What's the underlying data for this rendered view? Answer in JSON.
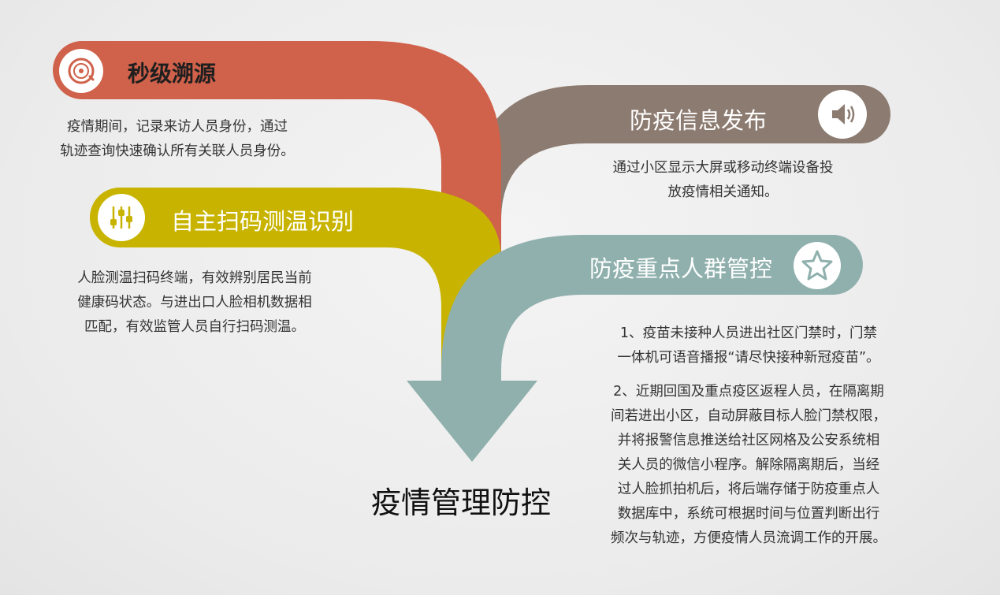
{
  "main_title": "疫情管理防控",
  "colors": {
    "trace": "#d0614a",
    "scan_temp": "#c8b400",
    "info_release": "#8c7b70",
    "key_groups": "#8fb0ad"
  },
  "items": {
    "trace": {
      "title": "秒级溯源",
      "icon": "record-disc-icon",
      "lines": [
        "疫情期间，记录来访人员身份，通过",
        "轨迹查询快速确认所有关联人员身份。"
      ]
    },
    "scan_temp": {
      "title": "自主扫码测温识别",
      "icon": "sliders-icon",
      "lines": [
        "人脸测温扫码终端，有效辨别居民当前",
        "健康码状态。与进出口人脸相机数据相",
        "匹配，有效监管人员自行扫码测温。"
      ]
    },
    "info_release": {
      "title": "防疫信息发布",
      "icon": "speaker-icon",
      "lines": [
        "通过小区显示大屏或移动终端设备投",
        "放疫情相关通知。"
      ]
    },
    "key_groups": {
      "title": "防疫重点人群管控",
      "icon": "star-icon",
      "para1": [
        "1、疫苗未接种人员进出社区门禁时，门禁",
        "一体机可语音播报“请尽快接种新冠疫苗”。"
      ],
      "para2": [
        "2、近期回国及重点疫区返程人员，在隔离期",
        "间若进出小区，自动屏蔽目标人脸门禁权限，",
        "并将报警信息推送给社区网格及公安系统相",
        "关人员的微信小程序。解除隔离期后，当经",
        "过人脸抓拍机后，将后端存储于防疫重点人",
        "数据库中，系统可根据时间与位置判断出行",
        "频次与轨迹，方便疫情人员流调工作的开展。"
      ]
    }
  }
}
